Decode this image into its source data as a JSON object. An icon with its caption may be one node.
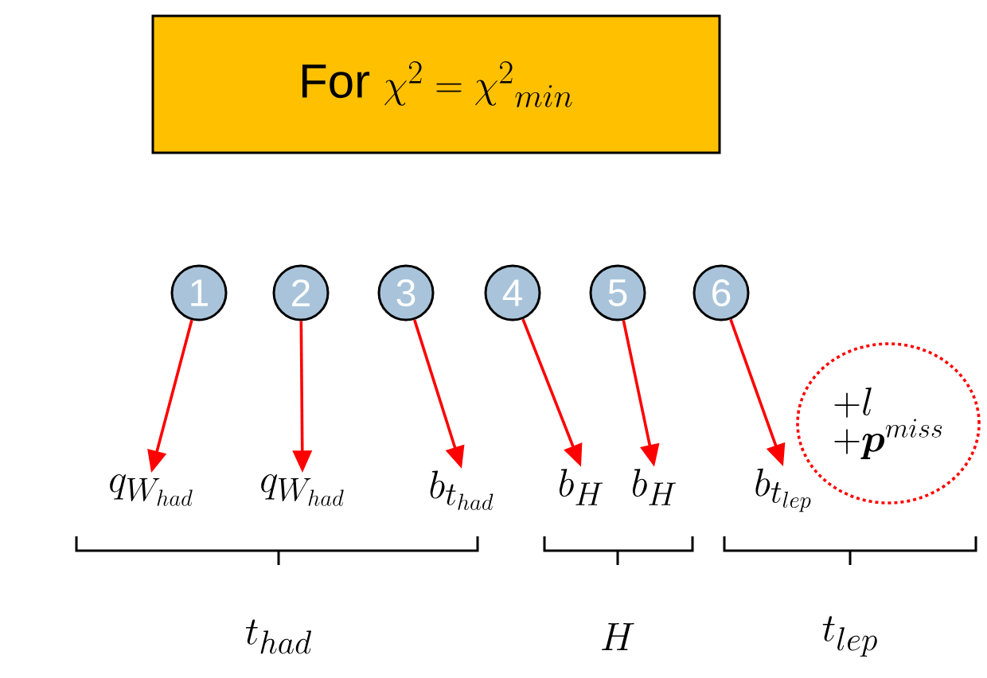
{
  "diagram": {
    "nodes": [
      {
        "text": [
          "For",
          "\\chi^2 = {\\chi^2}_{min}"
        ]
      },
      {
        "text": [
          "1"
        ]
      },
      {
        "text": [
          "2"
        ]
      },
      {
        "text": [
          "3"
        ]
      },
      {
        "text": [
          "4"
        ]
      },
      {
        "text": [
          "5"
        ]
      },
      {
        "text": [
          "6"
        ]
      },
      {
        "text": [
          "q_{W_{had}}"
        ]
      },
      {
        "text": [
          "q_{W_{had}}"
        ]
      },
      {
        "text": [
          "b_{t_{had}}"
        ]
      },
      {
        "text": [
          "b_H"
        ]
      },
      {
        "text": [
          "b_H"
        ]
      },
      {
        "text": [
          "b_{t_{lep}}"
        ]
      },
      {
        "text": [
          "+l",
          "+\\boldsymbol{p}^{miss}"
        ]
      }
    ],
    "edges": [
      {
        "from": 1,
        "to": 7,
        "arrow": "to"
      },
      {
        "from": 2,
        "to": 8,
        "arrow": "to"
      },
      {
        "from": 3,
        "to": 9,
        "arrow": "to"
      },
      {
        "from": 4,
        "to": 10,
        "arrow": "to"
      },
      {
        "from": 5,
        "to": 11,
        "arrow": "to"
      },
      {
        "from": 6,
        "to": 12,
        "arrow": "to"
      }
    ],
    "labels": [
      "t_{had}",
      "H",
      "t_{lep}"
    ]
  }
}
